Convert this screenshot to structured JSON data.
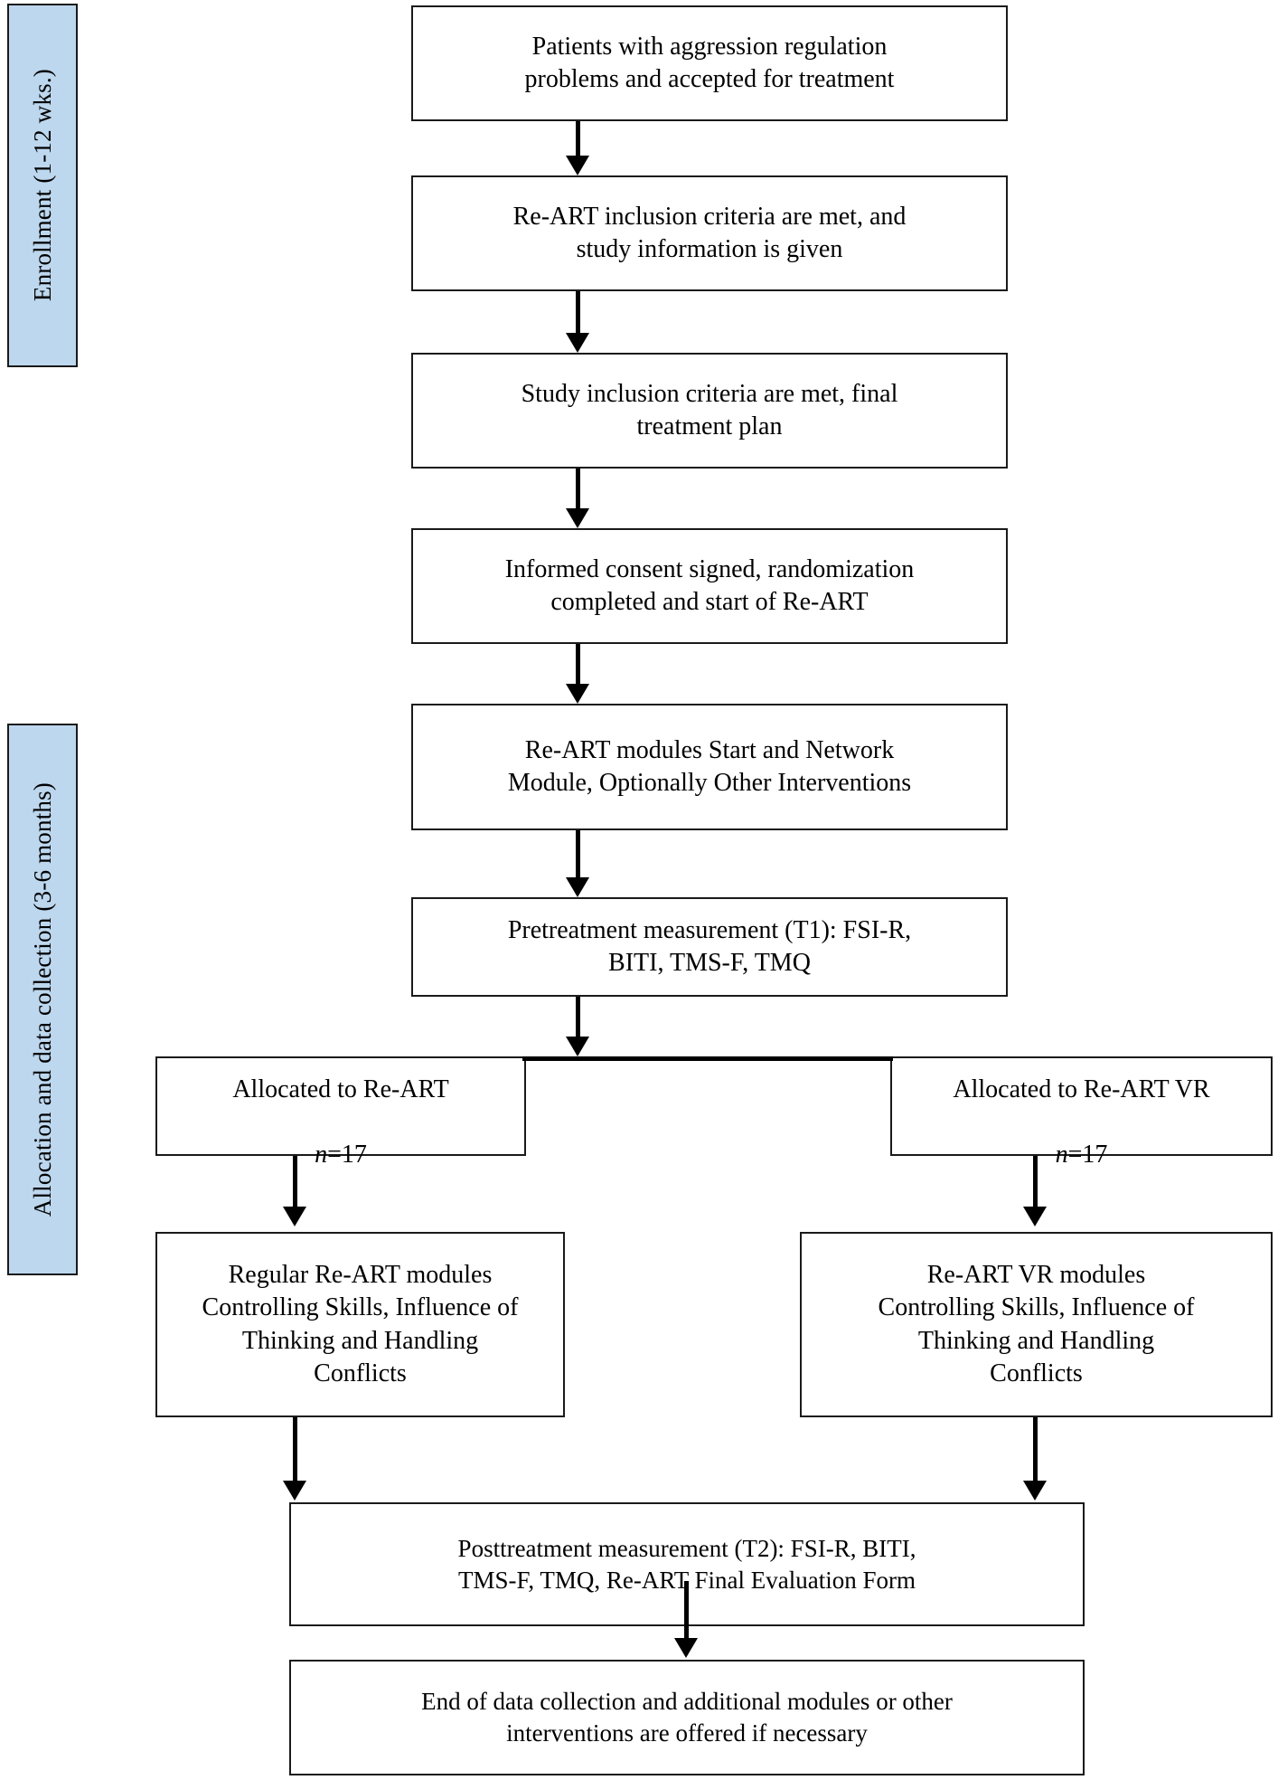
{
  "diagram": {
    "title": "Re-ART / Re-ART VR randomized controlled trial CONSORT flow diagram",
    "type": "flowchart",
    "phases": [
      {
        "id": "enrollment",
        "label": "Enrollment (1-12 wks.)"
      },
      {
        "id": "allocation",
        "label": "Allocation and data collection (3-6 months)"
      }
    ],
    "nodes": {
      "n1": {
        "label": "Patients with aggression regulation\nproblems and accepted for treatment"
      },
      "n2": {
        "label": "Re-ART inclusion criteria are met, and\nstudy information is given"
      },
      "n3": {
        "label": "Study inclusion criteria are met, final\ntreatment plan"
      },
      "n4": {
        "label": "Informed consent signed, randomization\ncompleted and start of Re-ART"
      },
      "n5": {
        "label": "Re-ART modules Start and Network\nModule, Optionally Other Interventions"
      },
      "n6": {
        "label": "Pretreatment measurement (T1): FSI-R,\nBITI, TMS-F, TMQ"
      },
      "n7_left": {
        "line1": "Allocated to Re-ART",
        "n_symbol": "n",
        "n_value": "=17"
      },
      "n7_right": {
        "line1": "Allocated to Re-ART VR",
        "n_symbol": "n",
        "n_value": "=17"
      },
      "n8_left": {
        "label": "Regular Re-ART modules\nControlling Skills, Influence of\nThinking and Handling\nConflicts"
      },
      "n8_right": {
        "label": "Re-ART VR modules\nControlling Skills, Influence of\nThinking and Handling\nConflicts"
      },
      "n9": {
        "label": "Posttreatment measurement (T2): FSI-R, BITI,\nTMS-F, TMQ, Re-ART Final Evaluation Form"
      },
      "n10": {
        "label": "End of data collection and additional modules or other\ninterventions are offered if necessary"
      }
    },
    "colors": {
      "phase_band_fill": "#bdd7ee",
      "border": "#1a1a1a",
      "node_fill": "#ffffff",
      "connector": "#000000",
      "text": "#000000"
    }
  }
}
